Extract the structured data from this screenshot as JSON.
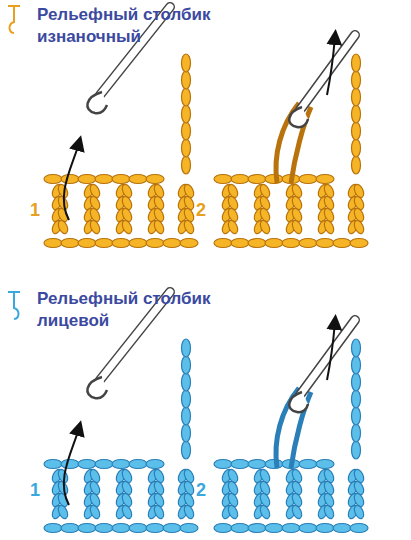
{
  "diagram": {
    "labels": [
      "Рельефный столбик изнаночный",
      "1",
      "2",
      "Рельефный столбик лицевой",
      "1",
      "2"
    ]
  }
}
